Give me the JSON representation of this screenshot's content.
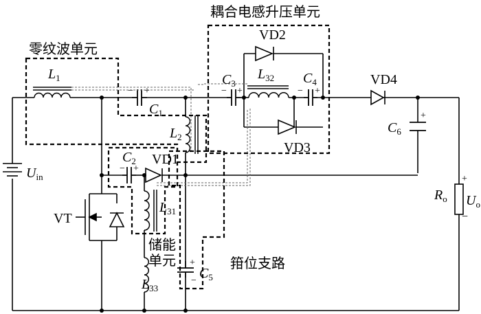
{
  "unit_labels": {
    "ripple_unit": "零纹波单元",
    "coupled_boost_unit": "耦合电感升压单元",
    "storage_unit_line1": "储能",
    "storage_unit_line2": "单元",
    "clamp_branch": "箝位支路"
  },
  "components": {
    "L1": {
      "main": "L",
      "sub": "1"
    },
    "L2": {
      "main": "L",
      "sub": "2"
    },
    "L31": {
      "main": "L",
      "sub": "31"
    },
    "L32": {
      "main": "L",
      "sub": "32"
    },
    "L33": {
      "main": "L",
      "sub": "33"
    },
    "C1": {
      "main": "C",
      "sub": "1"
    },
    "C2": {
      "main": "C",
      "sub": "2"
    },
    "C3": {
      "main": "C",
      "sub": "3"
    },
    "C4": {
      "main": "C",
      "sub": "4"
    },
    "C5": {
      "main": "C",
      "sub": "5"
    },
    "C6": {
      "main": "C",
      "sub": "6"
    },
    "VD1": "VD1",
    "VD2": "VD2",
    "VD3": "VD3",
    "VD4": "VD4",
    "VT": "VT",
    "Uin": {
      "main": "U",
      "sub": "in"
    },
    "Uo": {
      "main": "U",
      "sub": "o"
    },
    "Ro": {
      "main": "R",
      "sub": "o"
    }
  },
  "polarity": {
    "plus": "+",
    "minus": "−"
  }
}
